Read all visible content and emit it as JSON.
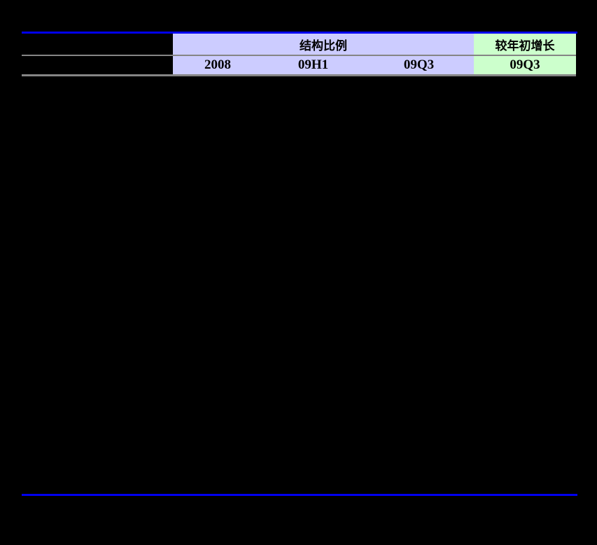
{
  "table": {
    "group_headers": [
      {
        "label": "结构比例"
      },
      {
        "label": "较年初增长"
      }
    ],
    "sub_headers": [
      "2008",
      "09H1",
      "09Q3",
      "09Q3"
    ]
  },
  "colors": {
    "rule_blue": "#0000ee",
    "divider_gray": "#858585",
    "structure_section_bg": "#ccccff",
    "growth_section_bg": "#ccffcc",
    "page_background": "#000000",
    "header_text": "#000000"
  }
}
